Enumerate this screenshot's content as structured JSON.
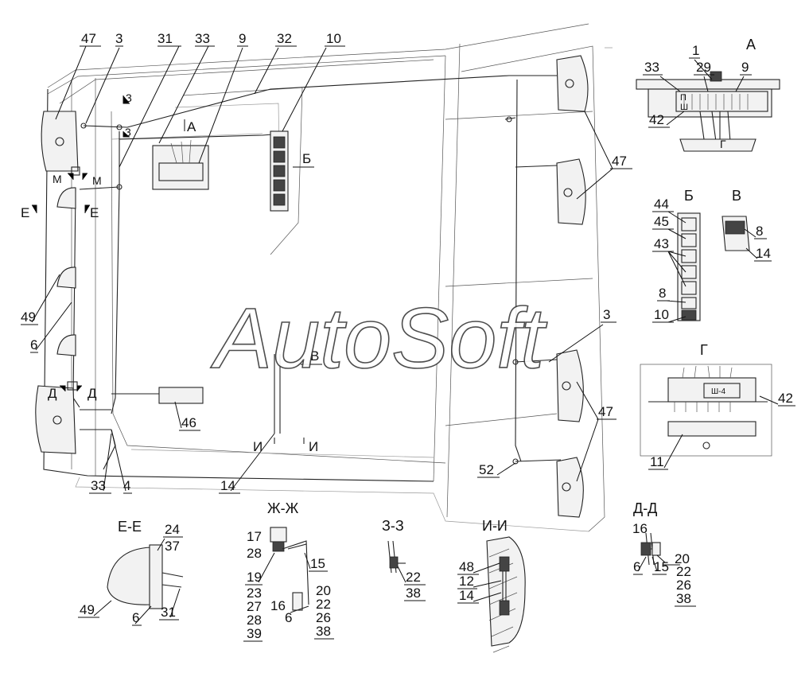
{
  "watermark": "AutoSoft",
  "callouts": {
    "c47a": "47",
    "c3a": "3",
    "c31a": "31",
    "c33a": "33",
    "c9a": "9",
    "c32": "32",
    "c10a": "10",
    "c47b": "47",
    "c3b": "3",
    "c47c": "47",
    "c49": "49",
    "c6": "6",
    "c46": "46",
    "c14": "14",
    "c33b": "33",
    "c4": "4",
    "c52": "52"
  },
  "section_marks": {
    "m3top": "3",
    "m3bot": "3",
    "mM1": "М",
    "mM2": "М",
    "mE1": "Е",
    "mE2": "Е",
    "mD1": "Д",
    "mD2": "Д",
    "mI1": "И",
    "mI2": "И",
    "vA": "А",
    "vB": "Б",
    "vV": "В"
  },
  "view_A": {
    "title": "А",
    "labels": {
      "n1": "1",
      "n29": "29",
      "n9": "9",
      "n33": "33",
      "n42": "42"
    },
    "marks": {
      "g": "Г",
      "p": "П",
      "u": "Ш"
    }
  },
  "view_B": {
    "title": "Б",
    "labels": {
      "n44": "44",
      "n45": "45",
      "n43": "43",
      "n8": "8",
      "n10": "10"
    }
  },
  "view_V": {
    "title": "В",
    "labels": {
      "n8": "8",
      "n14": "14"
    }
  },
  "view_G": {
    "title": "Г",
    "labels": {
      "n42": "42",
      "n11": "11"
    },
    "panel_tag": "Ш-4"
  },
  "sec_EE": {
    "title": "Е-Е",
    "labels": {
      "n24": "24",
      "n37": "37",
      "n49": "49",
      "n6": "6",
      "n31": "31"
    }
  },
  "sec_ZhZh": {
    "title": "Ж-Ж",
    "labels": {
      "n17": "17",
      "n28a": "28",
      "n15": "15",
      "n19": "19",
      "n23": "23",
      "n27": "27",
      "n28b": "28",
      "n39": "39",
      "n16": "16",
      "n6": "6",
      "n20": "20",
      "n22": "22",
      "n26": "26",
      "n38": "38"
    }
  },
  "sec_ZZ": {
    "title": "З-З",
    "labels": {
      "n22": "22",
      "n38": "38"
    }
  },
  "sec_II": {
    "title": "И-И",
    "labels": {
      "n48": "48",
      "n12": "12",
      "n14": "14"
    }
  },
  "sec_DD": {
    "title": "Д-Д",
    "labels": {
      "n16": "16",
      "n20": "20",
      "n6": "6",
      "n15": "15",
      "n22": "22",
      "n26": "26",
      "n38": "38"
    }
  }
}
